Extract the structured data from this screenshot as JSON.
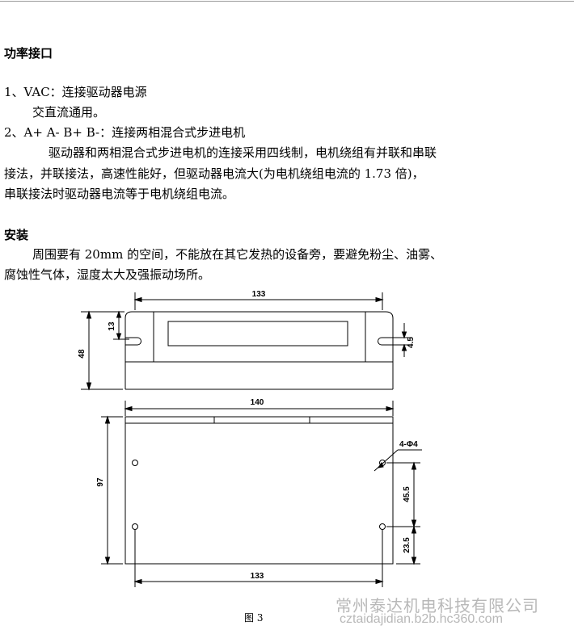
{
  "section_power": {
    "heading": "功率接口",
    "line1": "1、VAC：连接驱动器电源",
    "line1_sub": "交直流通用。",
    "line2": "2、A+  A-  B+  B-：连接两相混合式步进电机",
    "para": [
      "驱动器和两相混合式步进电机的连接采用四线制，电机绕组有并联和串联",
      "接法，并联接法，高速性能好，但驱动器电流大(为电机绕组电流的 1.73 倍)，",
      "串联接法时驱动器电流等于电机绕组电流。"
    ]
  },
  "section_install": {
    "heading": "安装",
    "para": [
      "周围要有 20mm 的空间，不能放在其它发热的设备旁，要避免粉尘、油雾、",
      "腐蚀性气体，湿度太大及强振动场所。"
    ]
  },
  "drawing": {
    "top_view": {
      "width_label": "133",
      "height_label": "48",
      "slot_offset_label": "13",
      "slot_width_label": "4.5"
    },
    "plan_view": {
      "width_label": "140",
      "height_label": "97",
      "holes_label": "4-Φ4",
      "hole_spacing_label": "45.5",
      "hole_bottom_label": "23.5",
      "hole_pitch_label": "133"
    },
    "caption": "图 3"
  },
  "watermark": {
    "company": "常州泰达机电科技有限公司",
    "url": "cztaidajidian.b2b.hc360.com"
  }
}
